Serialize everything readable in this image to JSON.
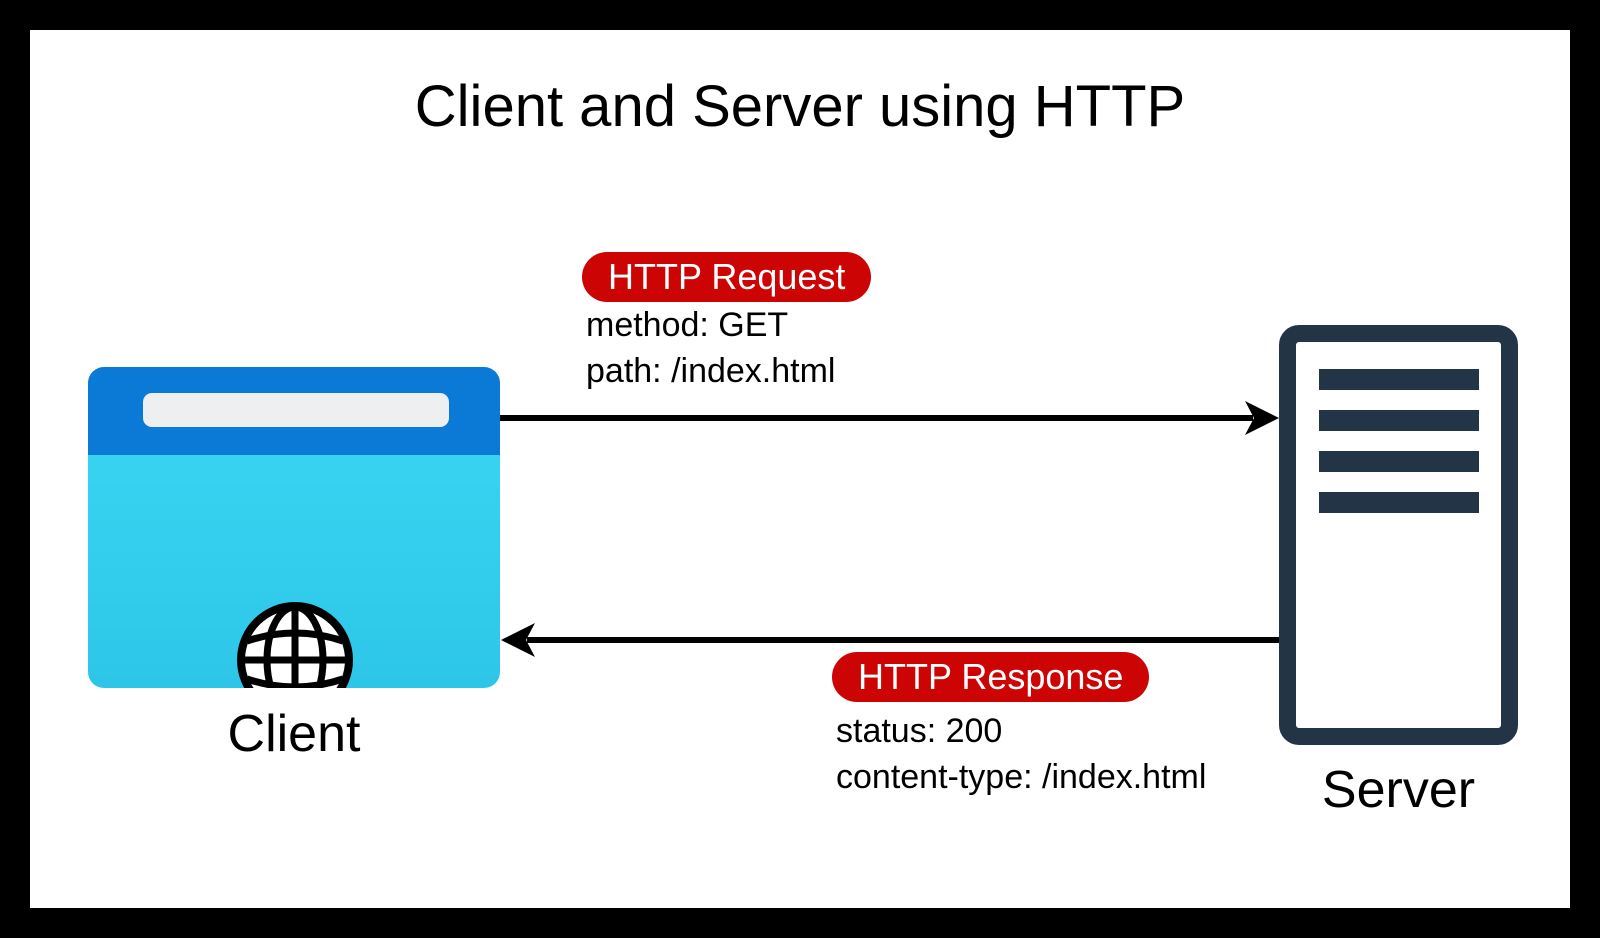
{
  "title": "Client and Server using HTTP",
  "client": {
    "label": "Client",
    "icon": "browser-window-icon",
    "globe_icon": "globe-icon",
    "header_color": "#0b7ad6",
    "body_color": "#33d1f0",
    "address_bar_color": "#eeeff1"
  },
  "server": {
    "label": "Server",
    "icon": "server-tower-icon",
    "color": "#243447",
    "slot_count": 4
  },
  "request": {
    "badge_label": "HTTP Request",
    "badge_color": "#cc0404",
    "direction": "client-to-server",
    "lines": [
      "method: GET",
      "path: /index.html"
    ]
  },
  "response": {
    "badge_label": "HTTP Response",
    "badge_color": "#cc0404",
    "direction": "server-to-client",
    "lines": [
      "status: 200",
      "content-type: /index.html"
    ]
  },
  "arrow_color": "#000000",
  "frame": {
    "border_color": "#000000",
    "canvas_color": "#ffffff"
  }
}
